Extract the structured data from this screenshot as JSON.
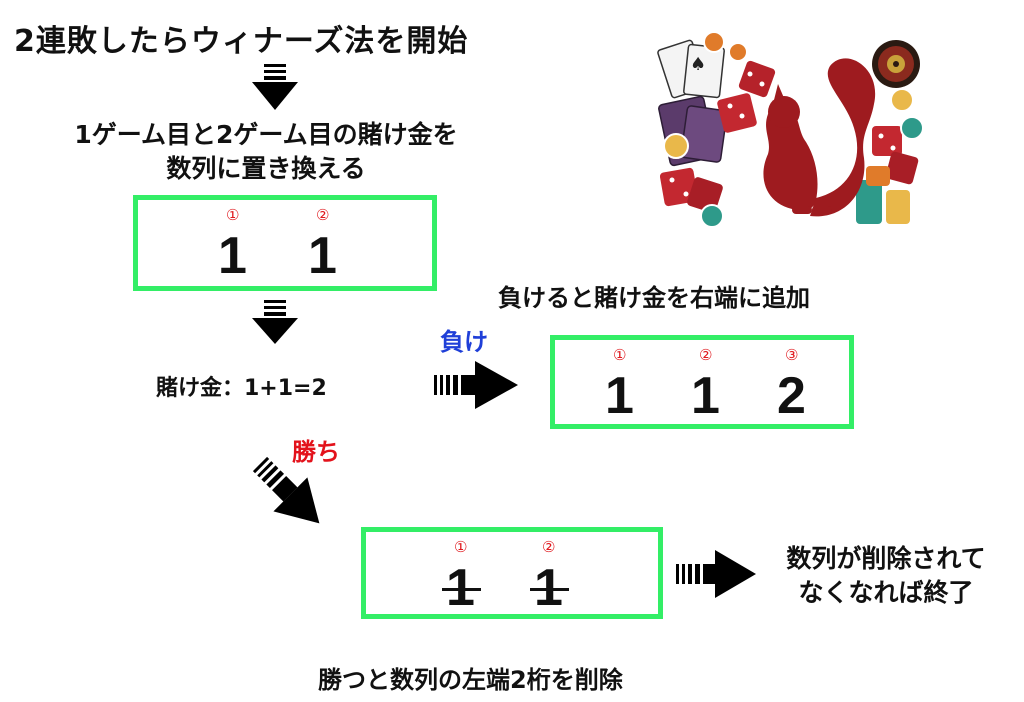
{
  "title": "2連敗したらウィナーズ法を開始",
  "step1": {
    "line1": "1ゲーム目と2ゲーム目の賭け金を",
    "line2": "数列に置き換える"
  },
  "box1": {
    "markers": [
      "①",
      "②"
    ],
    "values": [
      "1",
      "1"
    ]
  },
  "bet_formula": "賭け金：1+1=2",
  "lose": {
    "label": "負け",
    "caption": "負けると賭け金を右端に追加",
    "markers": [
      "①",
      "②",
      "③"
    ],
    "values": [
      "1",
      "1",
      "2"
    ]
  },
  "win": {
    "label": "勝ち",
    "caption": "勝つと数列の左端2桁を削除",
    "markers": [
      "①",
      "②"
    ],
    "values": [
      "1",
      "1"
    ]
  },
  "end": {
    "line1": "数列が削除されて",
    "line2": "なくなれば終了"
  },
  "colors": {
    "box_border": "#33ee66",
    "lose": "#1f3fd8",
    "win": "#e3121b",
    "marker": "#e0191e"
  },
  "illustration": {
    "icon": "casino-squirrel-illustration"
  }
}
